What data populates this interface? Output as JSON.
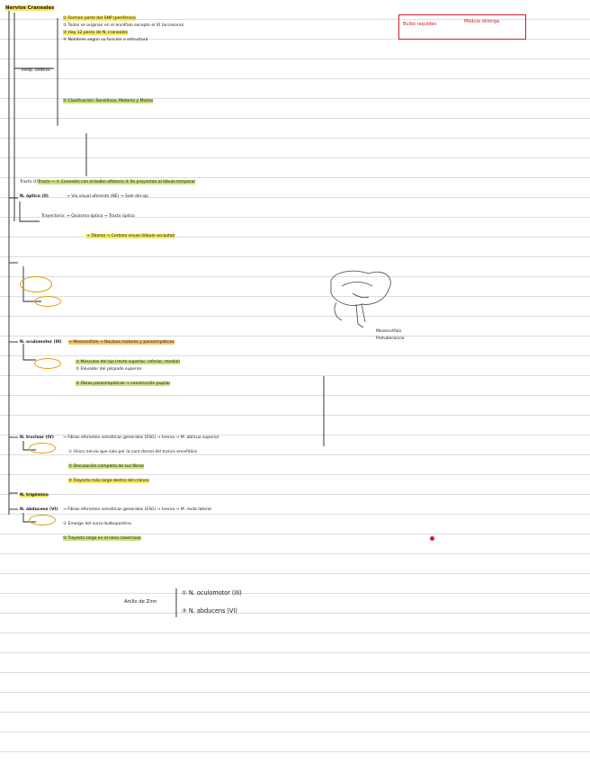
{
  "page": {
    "title": "Nervios Craneales"
  },
  "legend": {
    "item_1": "Bulbo raquídeo",
    "item_2": "Médula oblonga"
  },
  "olfatorio": {
    "label_1": "Inesp. olfativo",
    "label_2": "Tracto (I)",
    "items": [
      "① Forman parte del SNP (periférico)",
      "② Todos se originan en el encéfalo excepto el XI (accesorio)",
      "③ Hay 12 pares de N. craneales",
      "④ Nombres según su función o estructura",
      "⑤ Clasificación: Sensitivos, Motores y Mixtos"
    ],
    "tracto": "Tracto → ① Conexión con el bulbo olfatorio  ② Se proyectan al lóbulo temporal"
  },
  "optico": {
    "label": "N. óptico (II)",
    "lines": [
      "→ Vía visual aferente (NE) → Sale del ojo",
      "Trayectoria: → Quiasma óptico → Tracto óptico",
      "→ Tálamo → Corteza visual (lóbulo occipital)"
    ]
  },
  "oculomotor": {
    "label": "N. oculomotor (III)",
    "lines": [
      "→ Mesencéfalo → Núcleos motores y parasimpáticos",
      "① Músculos del ojo (recto superior, inferior, medial)",
      "② Elevador del párpado superior",
      "③ Fibras parasimpáticas → constricción pupilar"
    ]
  },
  "troclear": {
    "label": "N. troclear (IV)",
    "lines": [
      "→ Fibras eferentes somáticas generales (ESG) → Inerva → M. oblicuo superior",
      "① Único nervio que sale por la cara dorsal del tronco encefálico",
      "② Decusación completa de sus fibras",
      "③ Trayecto más largo dentro del cráneo"
    ]
  },
  "trigemino": {
    "label": "N. trigémino"
  },
  "abducens": {
    "label": "N. abducens (VI)",
    "lines": [
      "→ Fibras eferentes somáticas generales (ESG) → Inerva → M. recto lateral",
      "① Emerge del surco bulbopontino",
      "② Trayecto largo en el seno cavernoso"
    ]
  },
  "bottom": {
    "label": "Anillo de Zinn",
    "item_1": "① N. oculomotor (III)",
    "item_2": "② N. abducens (VI)"
  },
  "figure": {
    "label_1": "Mesencéfalo",
    "label_2": "Protuberancia"
  }
}
